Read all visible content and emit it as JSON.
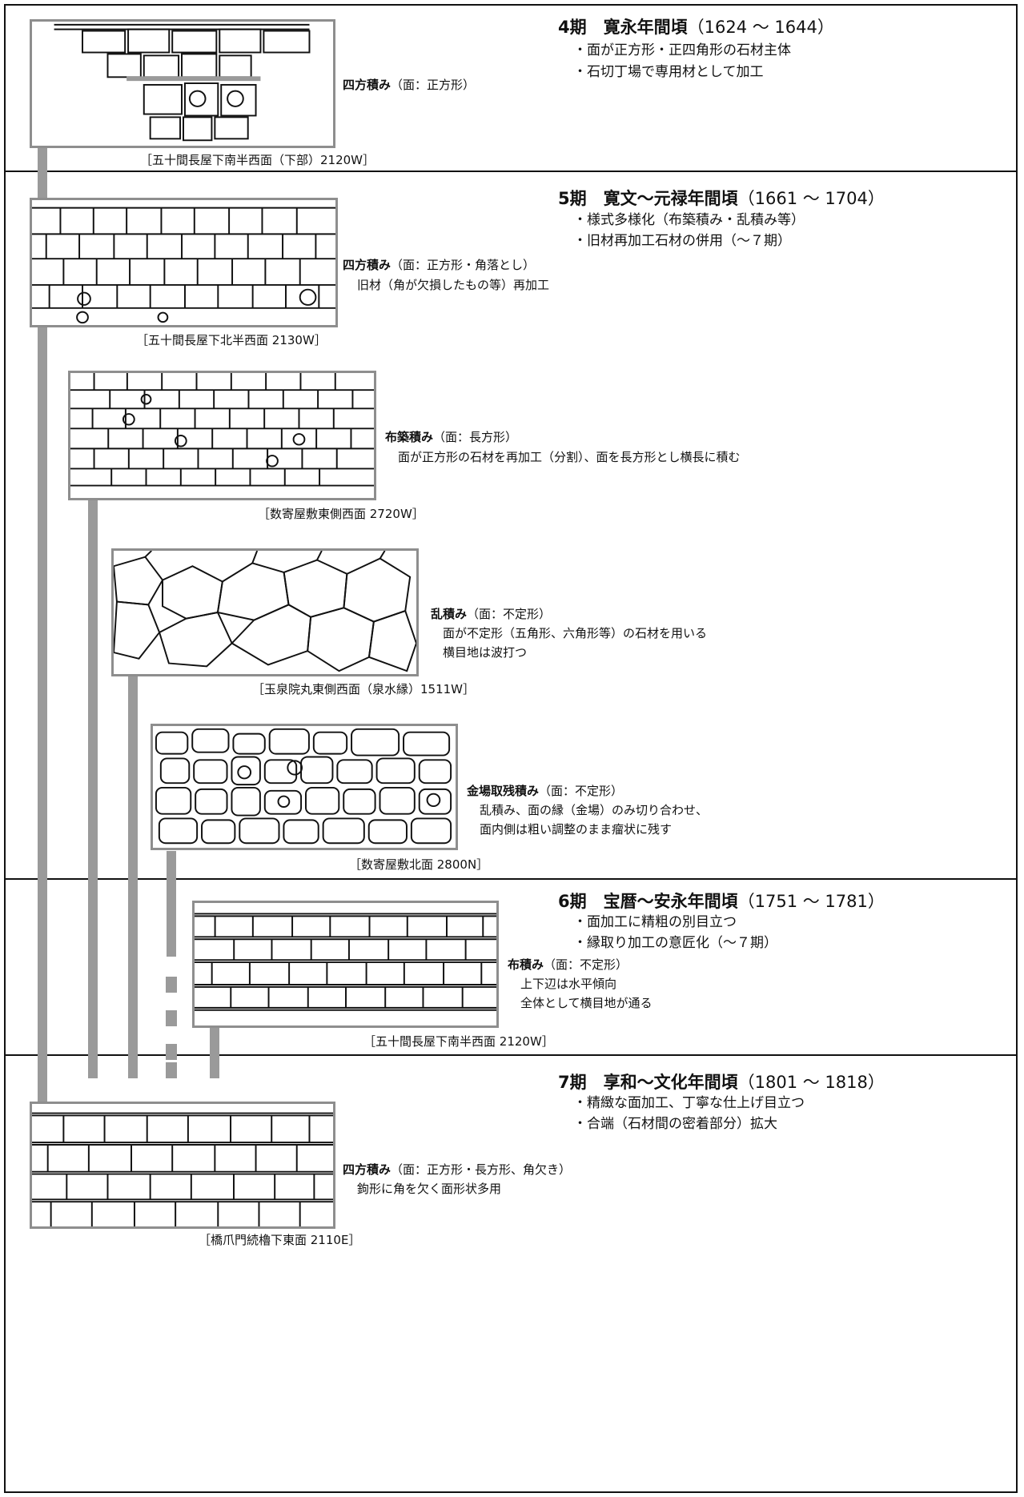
{
  "periods": [
    {
      "title": "4期　寛永年間頃",
      "years": "（1624 ～ 1644）",
      "bullets": [
        "・面が正方形・正四角形の石材主体",
        "・石切丁場で専用材として加工"
      ]
    },
    {
      "title": "5期　寛文～元禄年間頃",
      "years": "（1661 ～ 1704）",
      "bullets": [
        "・様式多様化（布築積み・乱積み等）",
        "・旧材再加工石材の併用（～７期）"
      ]
    },
    {
      "title": "6期　宝暦～安永年間頃",
      "years": "（1751 ～ 1781）",
      "bullets": [
        "・面加工に精粗の別目立つ",
        "・縁取り加工の意匠化（～７期）"
      ]
    },
    {
      "title": "7期　享和～文化年間頃",
      "years": "（1801 ～ 1818）",
      "bullets": [
        "・精緻な面加工、丁寧な仕上げ目立つ",
        "・合端（石材間の密着部分）拡大"
      ]
    }
  ],
  "examples": [
    {
      "caption": "［五十間長屋下南半西面（下部）2120W］",
      "style": "四方積み",
      "face": "（面：正方形）",
      "notes": []
    },
    {
      "caption": "［五十間長屋下北半西面 2130W］",
      "style": "四方積み",
      "face": "（面：正方形・角落とし）",
      "notes": [
        "旧材（角が欠損したもの等）再加工"
      ]
    },
    {
      "caption": "［数寄屋敷東側西面 2720W］",
      "style": "布築積み",
      "face": "（面：長方形）",
      "notes": [
        "面が正方形の石材を再加工（分割）、面を長方形とし横長に積む"
      ]
    },
    {
      "caption": "［玉泉院丸東側西面（泉水縁）1511W］",
      "style": "乱積み",
      "face": "（面：不定形）",
      "notes": [
        "面が不定形（五角形、六角形等）の石材を用いる",
        "横目地は波打つ"
      ]
    },
    {
      "caption": "［数寄屋敷北面 2800N］",
      "style": "金場取残積み",
      "face": "（面：不定形）",
      "notes": [
        "乱積み、面の縁（金場）のみ切り合わせ、",
        "面内側は粗い調整のまま瘤状に残す"
      ]
    },
    {
      "caption": "［五十間長屋下南半西面 2120W］",
      "style": "布積み",
      "face": "（面：不定形）",
      "notes": [
        "上下辺は水平傾向",
        "全体として横目地が通る"
      ]
    },
    {
      "caption": "［橋爪門続櫓下東面 2110E］",
      "style": "四方積み",
      "face": "（面：正方形・長方形、角欠き）",
      "notes": [
        "鉤形に角を欠く面形状多用"
      ]
    }
  ]
}
